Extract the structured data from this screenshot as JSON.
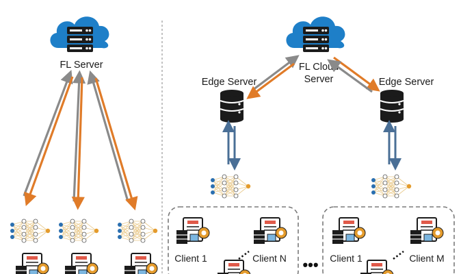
{
  "left_panel": {
    "server_label": "FL Server"
  },
  "right_panel": {
    "cloud_label_line1": "FL Cloud",
    "cloud_label_line2": "Server",
    "edge_left_label": "Edge Server",
    "edge_right_label": "Edge Server",
    "group_left": {
      "client_a": "Client 1",
      "client_b": "Client N"
    },
    "group_right": {
      "client_a": "Client 1",
      "client_b": "Client M"
    },
    "ellipsis": "•••"
  },
  "colors": {
    "cloud_blue": "#1e7fc8",
    "server_dark": "#1b1b1b",
    "uplink_gray": "#8a8a8a",
    "downlink_orange": "#e07b28",
    "steel_blue": "#4a6f96",
    "nn_node_blue": "#2a6fb0",
    "nn_node_white": "#ffffff",
    "nn_output": "#e49b2c",
    "nn_edge": "#e9c98a",
    "divider": "#9a9a9a",
    "group_border": "#7a7a7a"
  }
}
